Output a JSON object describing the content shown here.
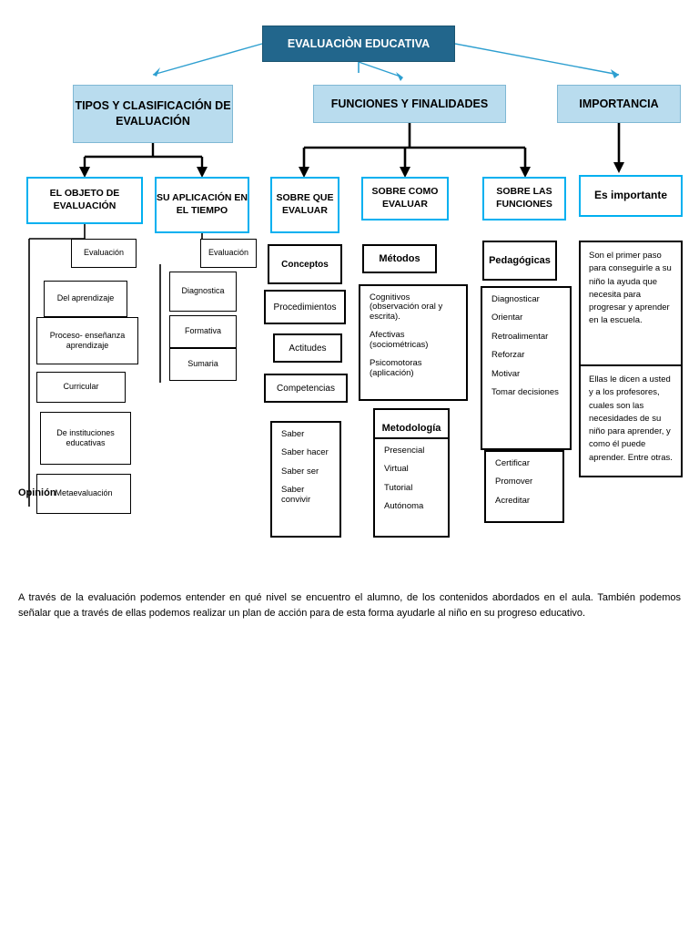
{
  "title": "EVALUACIÒN EDUCATIVA",
  "branches": {
    "tipos": "TIPOS Y CLASIFICACIÓN DE EVALUACIÓN",
    "funciones": "FUNCIONES Y FINALIDADES",
    "importancia": "IMPORTANCIA"
  },
  "subheads": {
    "objeto": "EL OBJETO DE EVALUACIÓN",
    "aplicacion": "SU APLICACIÓN EN EL TIEMPO",
    "sobre_que": "SOBRE QUE EVALUAR",
    "sobre_como": "SOBRE COMO EVALUAR",
    "sobre_las_funciones": "SOBRE LAS FUNCIONES",
    "es_importante": "Es importante"
  },
  "objeto": {
    "caption": "Evaluación",
    "items": [
      "Del aprendizaje",
      "Proceso- enseñanza aprendizaje",
      "Curricular",
      "De instituciones educativas",
      "Metaevaluación"
    ]
  },
  "aplicacion": {
    "caption": "Evaluación",
    "items": [
      "Diagnostica",
      "Formativa",
      "Sumaria"
    ]
  },
  "sobre_que": {
    "group1_title": "Conceptos",
    "group1_items": [
      "Procedimientos",
      "Actitudes",
      "Competencias"
    ],
    "group2_items": [
      "Saber",
      "Saber hacer",
      "Saber ser",
      "Saber convivir"
    ]
  },
  "sobre_como": {
    "metodos_title": "Métodos",
    "metodos_items": [
      "Cognitivos (observación oral y escrita).",
      "Afectivas (sociométricas)",
      "Psicomotoras (aplicación)"
    ],
    "metodologia_title": "Metodología",
    "metodologia_items": [
      "Presencial",
      "Virtual",
      "Tutorial",
      "Autónoma"
    ]
  },
  "funciones": {
    "pedagogicas_title": "Pedagógicas",
    "pedagogicas_items": [
      "Diagnosticar",
      "Orientar",
      "Retroalimentar",
      "Reforzar",
      "Motivar",
      "Tomar decisiones"
    ],
    "sociales_items": [
      "Certificar",
      "Promover",
      "Acreditar"
    ]
  },
  "importancia": {
    "text1": "Son el primer paso para conseguirle a su niño la ayuda que necesita para progresar y aprender en la escuela.",
    "text2": "Ellas le dicen a usted y a los profesores, cuales son las necesidades de su niño para aprender, y como él puede aprender. Entre otras."
  },
  "opinion_label": "Opinión",
  "paragraph": "A través de la evaluación podemos entender en qué nivel se encuentro el alumno, de los contenidos abordados en el aula. También podemos señalar que a través de ellas podemos realizar un plan de acción para de esta forma ayudarle al niño en su progreso educativo.",
  "colors": {
    "title_bg": "#22668c",
    "branch_bg": "#b9dcee",
    "accent_border": "#00b0f0"
  }
}
